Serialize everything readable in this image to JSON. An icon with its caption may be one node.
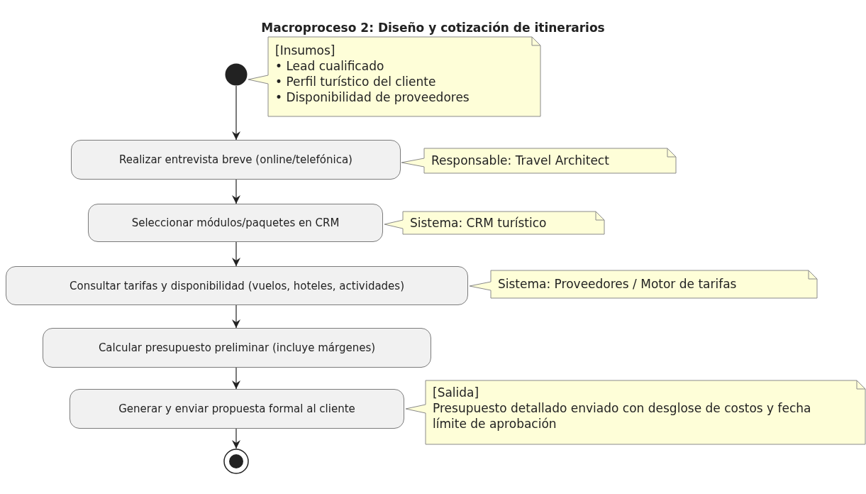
{
  "diagram": {
    "title": "Macroproceso 2: Diseño y cotización de itinerarios",
    "nodes": [
      {
        "text": [],
        "shape": "circle"
      },
      {
        "text": [
          "[Insumos]",
          "• Lead cualificado",
          "• Perfil turístico del cliente",
          "• Disponibilidad de proveedores"
        ]
      },
      {
        "text": [
          "Realizar entrevista breve (online/telefónica)"
        ]
      },
      {
        "text": [
          "Responsable: Travel Architect"
        ]
      },
      {
        "text": [
          "Seleccionar módulos/paquetes en CRM"
        ]
      },
      {
        "text": [
          "Sistema: CRM turístico"
        ]
      },
      {
        "text": [
          "Consultar tarifas y disponibilidad (vuelos, hoteles, actividades)"
        ]
      },
      {
        "text": [
          "Sistema: Proveedores / Motor de tarifas"
        ]
      },
      {
        "text": [
          "Calcular presupuesto preliminar (incluye márgenes)"
        ]
      },
      {
        "text": [
          "Generar y enviar propuesta formal al cliente"
        ]
      },
      {
        "text": [
          "[Salida]",
          "Presupuesto detallado enviado con desglose de costos y fecha límite de aprobación"
        ]
      },
      {
        "text": [],
        "shape": "circle"
      }
    ],
    "edges": [
      {
        "from": 0,
        "to": 2,
        "arrow": "to"
      },
      {
        "from": 2,
        "to": 4,
        "arrow": "to"
      },
      {
        "from": 4,
        "to": 6,
        "arrow": "to"
      },
      {
        "from": 6,
        "to": 8,
        "arrow": "to"
      },
      {
        "from": 8,
        "to": 9,
        "arrow": "to"
      },
      {
        "from": 9,
        "to": 11,
        "arrow": "to"
      }
    ]
  }
}
